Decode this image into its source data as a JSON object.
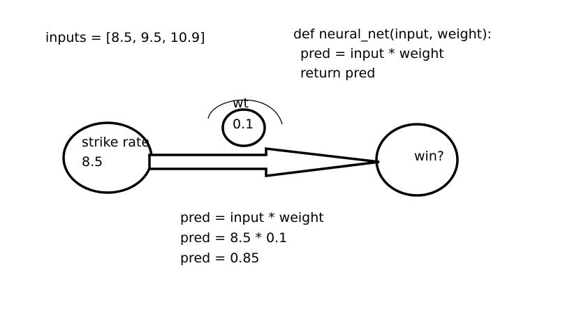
{
  "inputs_line": "inputs = [8.5, 9.5, 10.9]",
  "code": {
    "line1": "def neural_net(input, weight):",
    "line2": "pred = input * weight",
    "line3": "return pred"
  },
  "weight_node": {
    "label": "wt",
    "value": "0.1"
  },
  "input_node": {
    "label": "strike rate",
    "value": "8.5"
  },
  "output_node": {
    "label": "win?"
  },
  "calc": {
    "line1": "pred = input * weight",
    "line2": "pred = 8.5 * 0.1",
    "line3": "pred = 0.85"
  },
  "colors": {
    "stroke": "#000000",
    "background": "#ffffff"
  }
}
